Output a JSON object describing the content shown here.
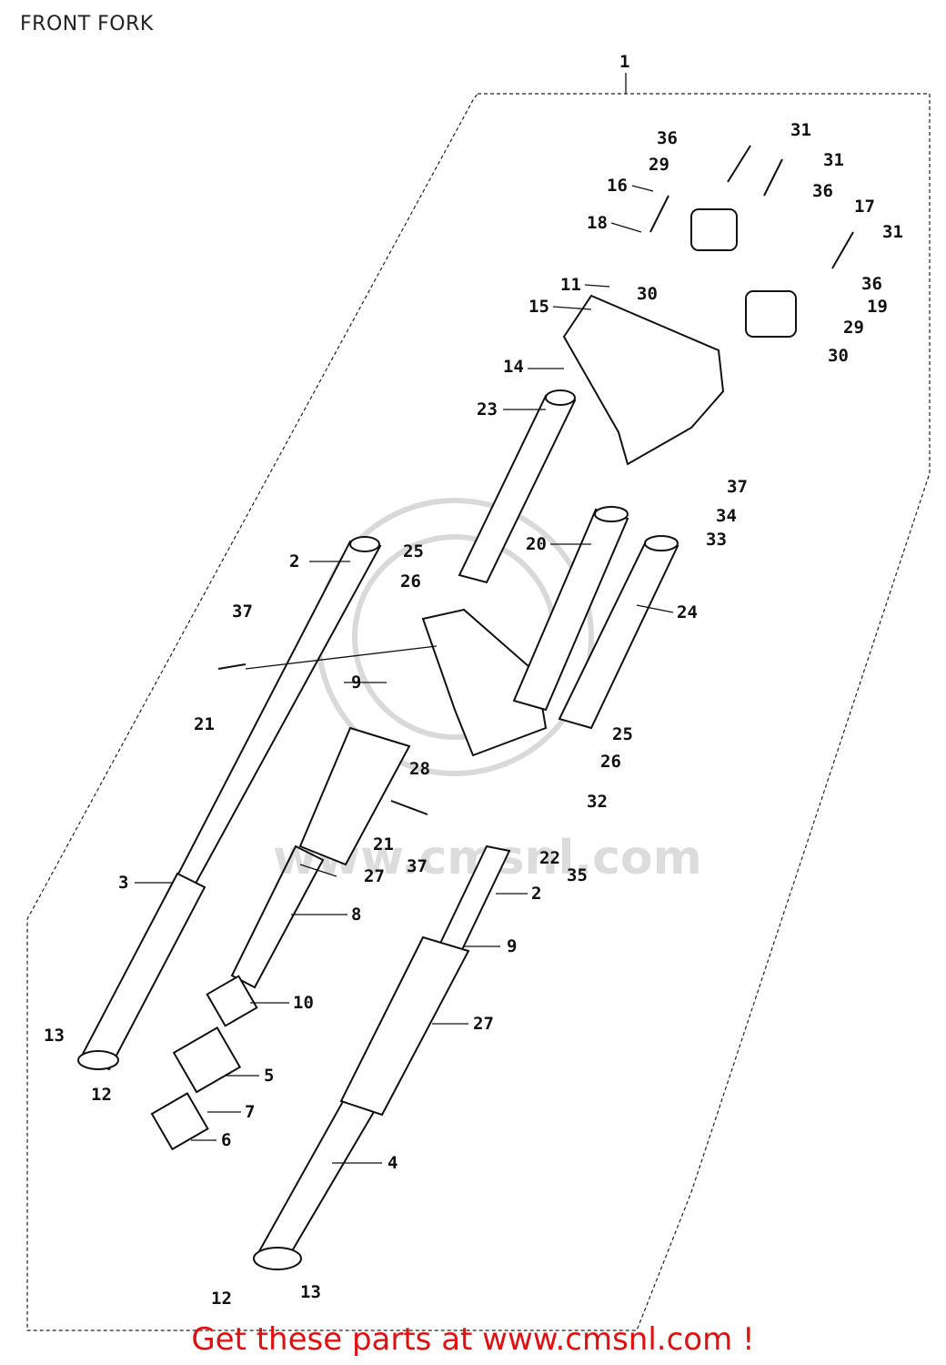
{
  "header": {
    "title": "FRONT FORK"
  },
  "footer": {
    "text": "Get these parts at www.cmsnl.com !"
  },
  "colors": {
    "line": "#111111",
    "footer": "#e01010",
    "watermark": "#d9d9d9"
  },
  "watermark": {
    "text": "www.cmsnl.com"
  },
  "callouts": {
    "c1": "1",
    "c2a": "2",
    "c2b": "2",
    "c3": "3",
    "c4": "4",
    "c5": "5",
    "c6": "6",
    "c7": "7",
    "c8": "8",
    "c9a": "9",
    "c9b": "9",
    "c10": "10",
    "c11": "11",
    "c12a": "12",
    "c12b": "12",
    "c13a": "13",
    "c13b": "13",
    "c14": "14",
    "c15": "15",
    "c16": "16",
    "c17": "17",
    "c18": "18",
    "c19": "19",
    "c20": "20",
    "c21a": "21",
    "c21b": "21",
    "c22": "22",
    "c23": "23",
    "c24": "24",
    "c25a": "25",
    "c25b": "25",
    "c26a": "26",
    "c26b": "26",
    "c27a": "27",
    "c27b": "27",
    "c28": "28",
    "c29a": "29",
    "c29b": "29",
    "c30a": "30",
    "c30b": "30",
    "c31a": "31",
    "c31b": "31",
    "c31c": "31",
    "c32": "32",
    "c33": "33",
    "c34": "34",
    "c35": "35",
    "c36a": "36",
    "c36b": "36",
    "c36c": "36",
    "c37a": "37",
    "c37b": "37",
    "c37c": "37"
  }
}
